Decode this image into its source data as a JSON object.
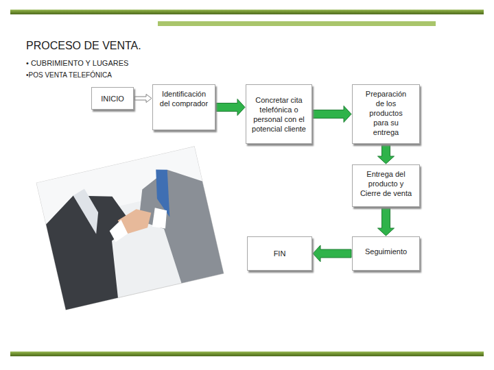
{
  "diagram": {
    "title": "PROCESO DE VENTA.",
    "nodes": [
      {
        "text": [
          "INICIO"
        ]
      },
      {
        "text": [
          "Identificación del comprador"
        ]
      },
      {
        "text": [
          "Concretar cita telefónica o personal con el potencial cliente"
        ]
      },
      {
        "text": [
          "Preparación de los productos para su entrega"
        ]
      },
      {
        "text": [
          "Entrega del producto y Cierre de venta"
        ]
      },
      {
        "text": [
          "Seguimiento"
        ]
      },
      {
        "text": [
          "FIN"
        ]
      }
    ],
    "edges": [
      {
        "from": 0,
        "to": 1,
        "arrow": "to"
      },
      {
        "from": 1,
        "to": 2,
        "arrow": "to"
      },
      {
        "from": 2,
        "to": 3,
        "arrow": "to"
      },
      {
        "from": 3,
        "to": 4,
        "arrow": "to"
      },
      {
        "from": 4,
        "to": 5,
        "arrow": "to"
      },
      {
        "from": 5,
        "to": 6,
        "arrow": "to"
      }
    ],
    "labels": [
      "• CUBRIMIENTO Y LUGARES",
      "•POS VENTA TELEFÓNICA"
    ]
  }
}
